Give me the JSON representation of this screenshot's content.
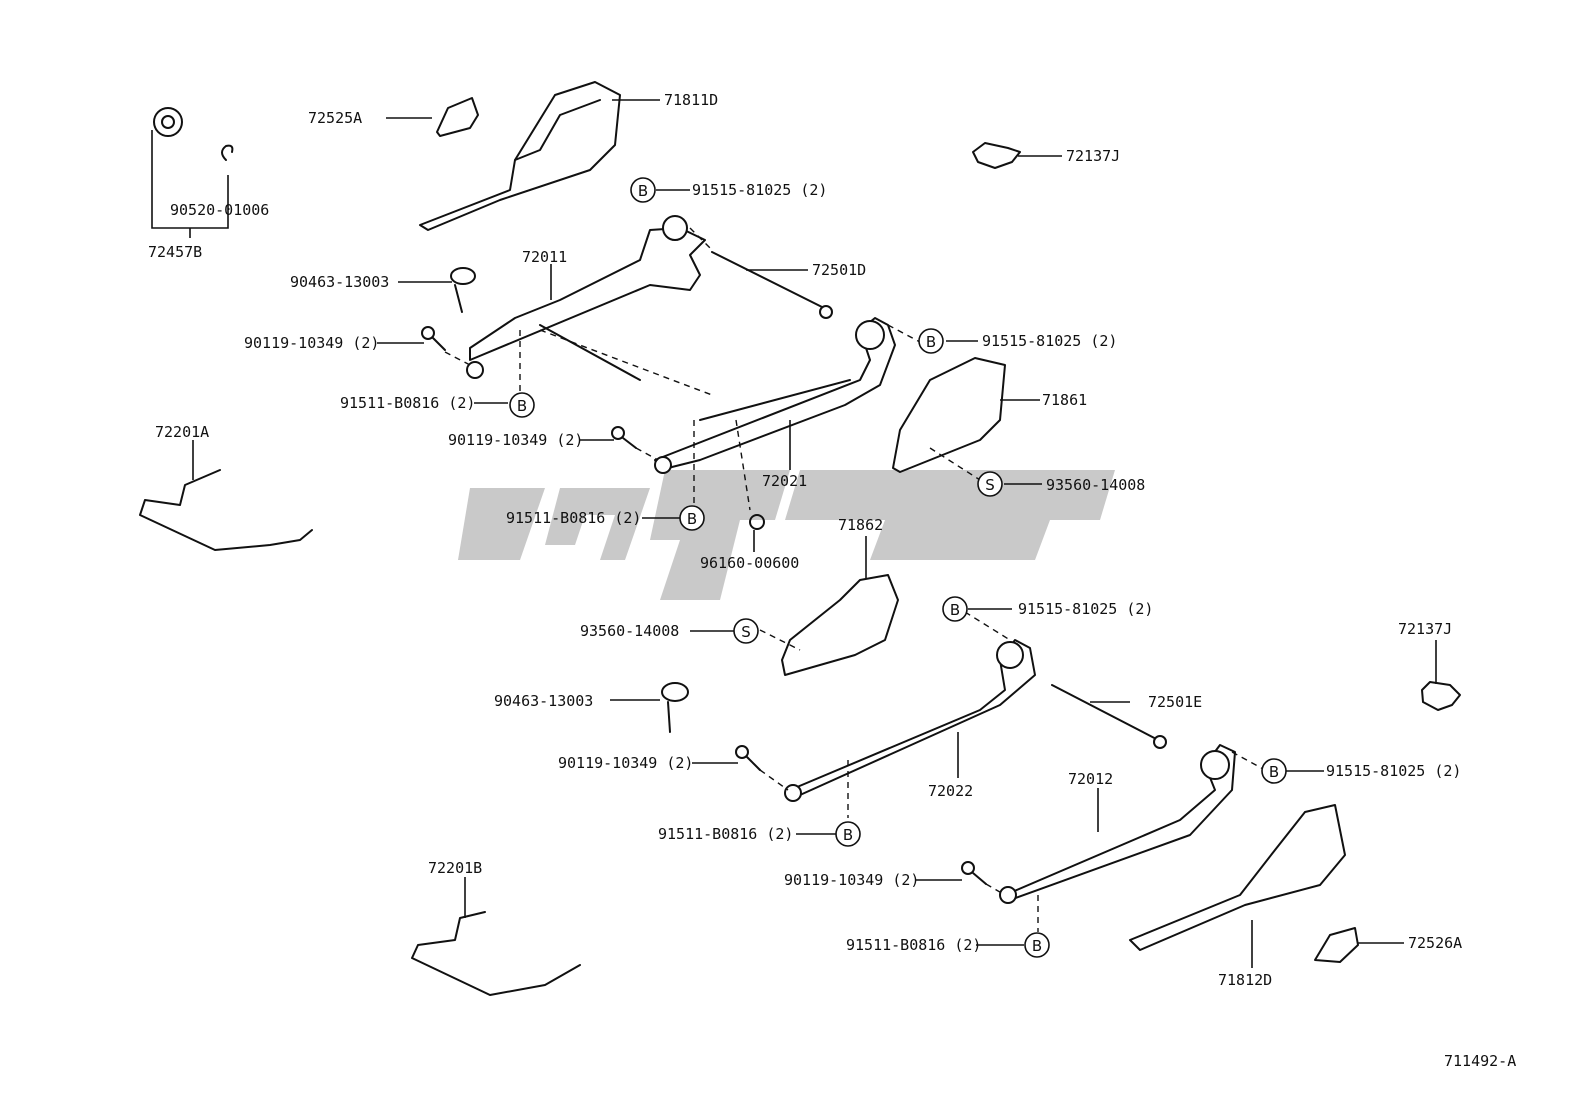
{
  "diagram_ref": "711492-A",
  "parts": {
    "p71811D": "71811D",
    "p72525A": "72525A",
    "p72457B": "72457B",
    "p90520_01006": "90520-01006",
    "p72137J_top": "72137J",
    "p91515_top1": "91515-81025 (2)",
    "p72011": "72011",
    "p72501D": "72501D",
    "p90463_top": "90463-13003",
    "p90119_a": "90119-10349 (2)",
    "p91515_top2": "91515-81025 (2)",
    "p91511_a": "91511-B0816 (2)",
    "p71861": "71861",
    "p72201A": "72201A",
    "p90119_b": "90119-10349 (2)",
    "p72021": "72021",
    "p93560_a": "93560-14008",
    "p91511_b": "91511-B0816 (2)",
    "p96160": "96160-00600",
    "p71862": "71862",
    "p91515_mid": "91515-81025 (2)",
    "p93560_b": "93560-14008",
    "p72137J_right": "72137J",
    "p90463_bot": "90463-13003",
    "p72501E": "72501E",
    "p90119_c": "90119-10349 (2)",
    "p91515_bot": "91515-81025 (2)",
    "p72022": "72022",
    "p72012": "72012",
    "p91511_c": "91511-B0816 (2)",
    "p90119_d": "90119-10349 (2)",
    "p72201B": "72201B",
    "p91511_d": "91511-B0816 (2)",
    "p72526A": "72526A",
    "p71812D": "71812D"
  },
  "callouts": {
    "bolt": "B",
    "screw": "S"
  }
}
